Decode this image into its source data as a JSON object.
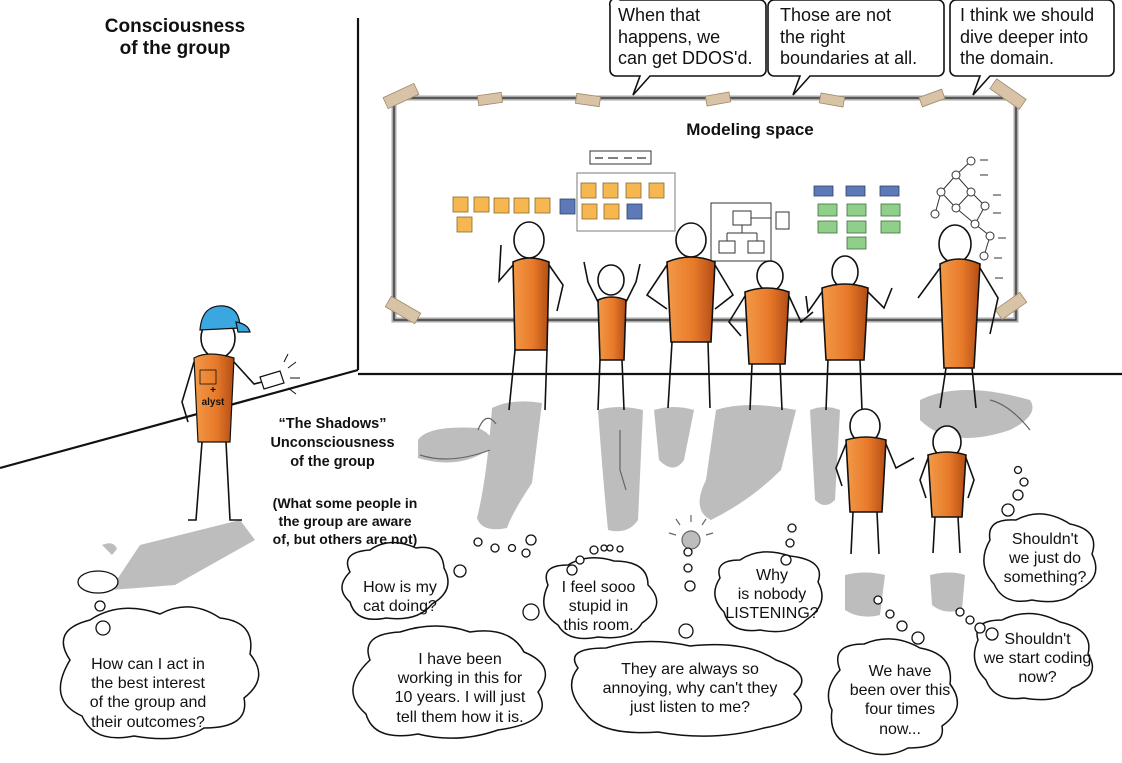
{
  "heading": {
    "line1": "Consciousness",
    "line2": "of the group"
  },
  "modeling_space": {
    "label": "Modeling space"
  },
  "speech_bubbles": [
    {
      "lines": [
        "When that",
        "happens, we",
        "can get DDOS'd."
      ]
    },
    {
      "lines": [
        "Those are not",
        "the right",
        "boundaries at all."
      ]
    },
    {
      "lines": [
        "I think we should",
        "dive deeper into",
        "the domain."
      ]
    }
  ],
  "facilitator": {
    "shirt_mark": "+",
    "shirt_text": "alyst"
  },
  "shadows": {
    "title": "“The Shadows”",
    "line2": "Unconsciousness",
    "line3": "of the group",
    "note1": "(What some people in",
    "note2": "the group are aware",
    "note3": "of, but others are not)"
  },
  "thought_bubbles": [
    {
      "lines": [
        "How can I act in",
        "the best interest",
        "of the group and",
        "their outcomes?"
      ]
    },
    {
      "lines": [
        "How is my",
        "cat doing?"
      ]
    },
    {
      "lines": [
        "I have been",
        "working in this for",
        "10 years. I will just",
        "tell them how it is."
      ]
    },
    {
      "lines": [
        "I feel sooo",
        "stupid in",
        "this room."
      ]
    },
    {
      "lines": [
        "They are always so",
        "annoying, why can't they",
        "just listen to me?"
      ]
    },
    {
      "lines": [
        "Why",
        "is nobody",
        "LISTENING?"
      ]
    },
    {
      "lines": [
        "We have",
        "been over this",
        "four times",
        "now..."
      ]
    },
    {
      "lines": [
        "Shouldn't",
        "we just do",
        "something?"
      ]
    },
    {
      "lines": [
        "Shouldn't",
        "we start coding",
        "now?"
      ]
    }
  ],
  "colors": {
    "shirt_orange": "#e87a2a",
    "shirt_dark": "#b24d14",
    "sticky_orange": "#f6b650",
    "sticky_blue": "#5d79b8",
    "sticky_green": "#8fcf8a",
    "cap_blue": "#3aa7e0",
    "shadow_gray": "#bdbdbd",
    "tape": "#d9c3a6"
  }
}
